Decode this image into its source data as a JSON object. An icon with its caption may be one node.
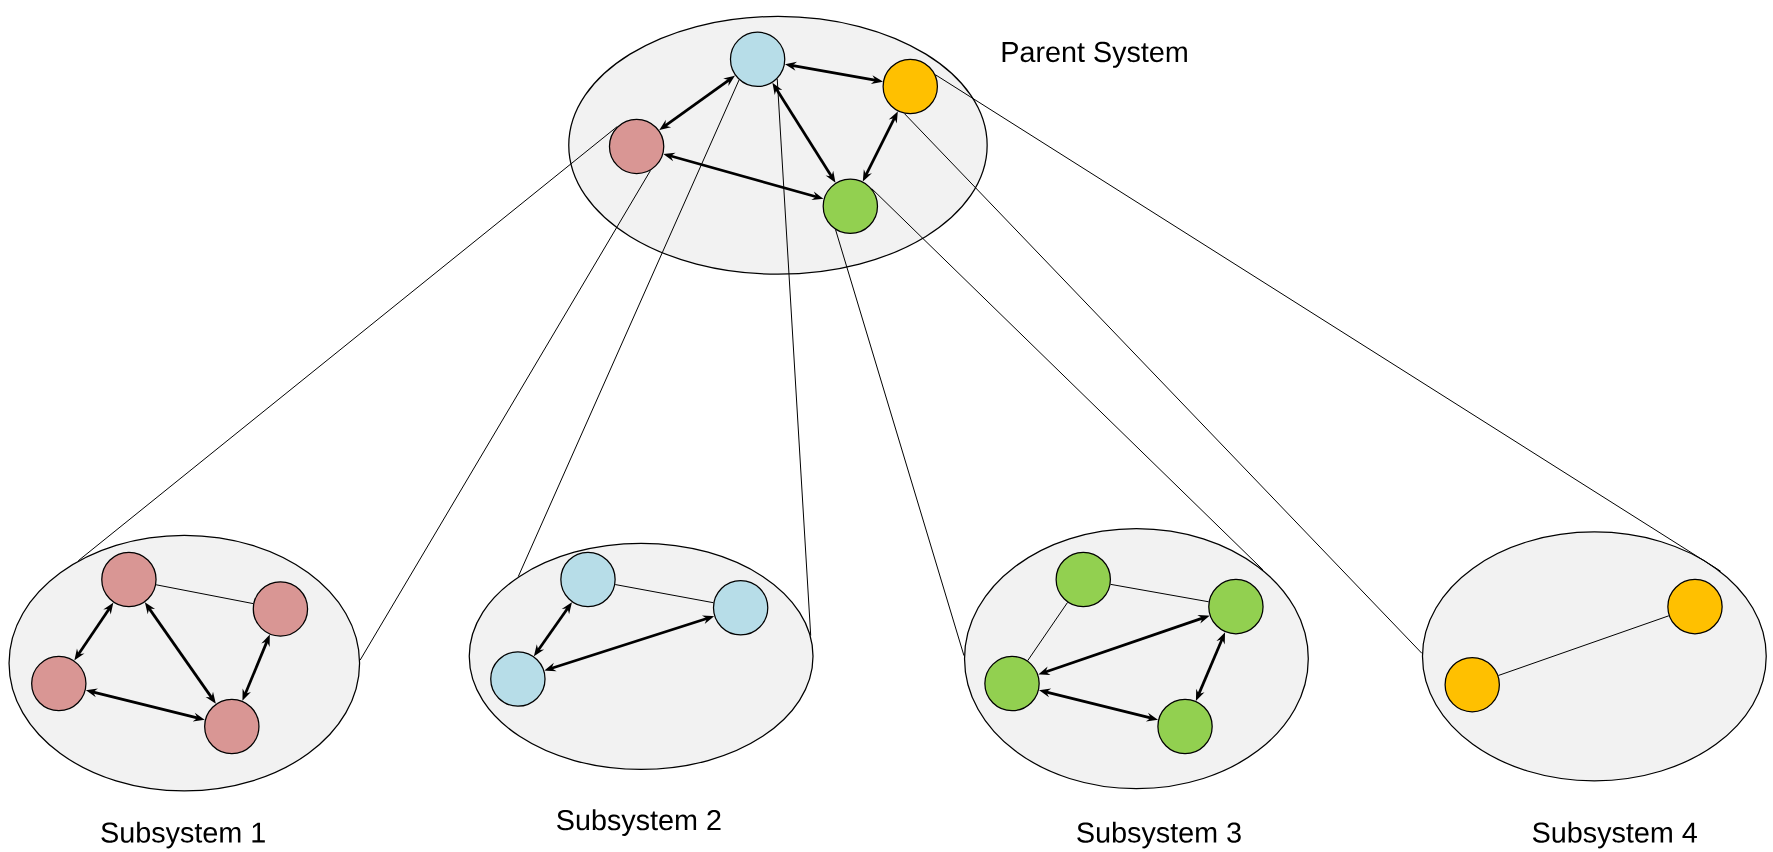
{
  "diagram": {
    "nodes": [
      {
        "text": [
          "Parent System"
        ]
      },
      {
        "text": [],
        "shape": "circle",
        "in": 0
      },
      {
        "text": [],
        "shape": "circle",
        "in": 0
      },
      {
        "text": [],
        "shape": "circle",
        "in": 0
      },
      {
        "text": [],
        "shape": "circle",
        "in": 0
      },
      {
        "text": [
          "Subsystem 1"
        ]
      },
      {
        "text": [],
        "shape": "circle",
        "in": 5
      },
      {
        "text": [],
        "shape": "circle",
        "in": 5
      },
      {
        "text": [],
        "shape": "circle",
        "in": 5
      },
      {
        "text": [],
        "shape": "circle",
        "in": 5
      },
      {
        "text": [
          "Subsystem 2"
        ]
      },
      {
        "text": [],
        "shape": "circle",
        "in": 10
      },
      {
        "text": [],
        "shape": "circle",
        "in": 10
      },
      {
        "text": [],
        "shape": "circle",
        "in": 10
      },
      {
        "text": [
          "Subsystem 3"
        ]
      },
      {
        "text": [],
        "shape": "circle",
        "in": 14
      },
      {
        "text": [],
        "shape": "circle",
        "in": 14
      },
      {
        "text": [],
        "shape": "circle",
        "in": 14
      },
      {
        "text": [],
        "shape": "circle",
        "in": 14
      },
      {
        "text": [
          "Subsystem 4"
        ]
      },
      {
        "text": [],
        "shape": "circle",
        "in": 19
      },
      {
        "text": [],
        "shape": "circle",
        "in": 19
      }
    ],
    "edges": [
      {
        "from": 1,
        "to": 2,
        "arrow": "both"
      },
      {
        "from": 1,
        "to": 3,
        "arrow": "both"
      },
      {
        "from": 1,
        "to": 4,
        "arrow": "both"
      },
      {
        "from": 2,
        "to": 4,
        "arrow": "both"
      },
      {
        "from": 3,
        "to": 4,
        "arrow": "both"
      },
      {
        "from": 3,
        "to": 5,
        "arrow": "none"
      },
      {
        "from": 3,
        "to": 5,
        "arrow": "none"
      },
      {
        "from": 1,
        "to": 10,
        "arrow": "none"
      },
      {
        "from": 1,
        "to": 10,
        "arrow": "none"
      },
      {
        "from": 4,
        "to": 14,
        "arrow": "none"
      },
      {
        "from": 4,
        "to": 14,
        "arrow": "none"
      },
      {
        "from": 2,
        "to": 19,
        "arrow": "none"
      },
      {
        "from": 2,
        "to": 19,
        "arrow": "none"
      },
      {
        "from": 6,
        "to": 7,
        "arrow": "none"
      },
      {
        "from": 6,
        "to": 8,
        "arrow": "both"
      },
      {
        "from": 6,
        "to": 9,
        "arrow": "both"
      },
      {
        "from": 7,
        "to": 9,
        "arrow": "both"
      },
      {
        "from": 8,
        "to": 9,
        "arrow": "both"
      },
      {
        "from": 11,
        "to": 12,
        "arrow": "none"
      },
      {
        "from": 11,
        "to": 13,
        "arrow": "both"
      },
      {
        "from": 13,
        "to": 12,
        "arrow": "both"
      },
      {
        "from": 15,
        "to": 16,
        "arrow": "none"
      },
      {
        "from": 15,
        "to": 17,
        "arrow": "none"
      },
      {
        "from": 16,
        "to": 17,
        "arrow": "both"
      },
      {
        "from": 16,
        "to": 18,
        "arrow": "both"
      },
      {
        "from": 17,
        "to": 18,
        "arrow": "both"
      },
      {
        "from": 21,
        "to": 20,
        "arrow": "none"
      }
    ]
  }
}
